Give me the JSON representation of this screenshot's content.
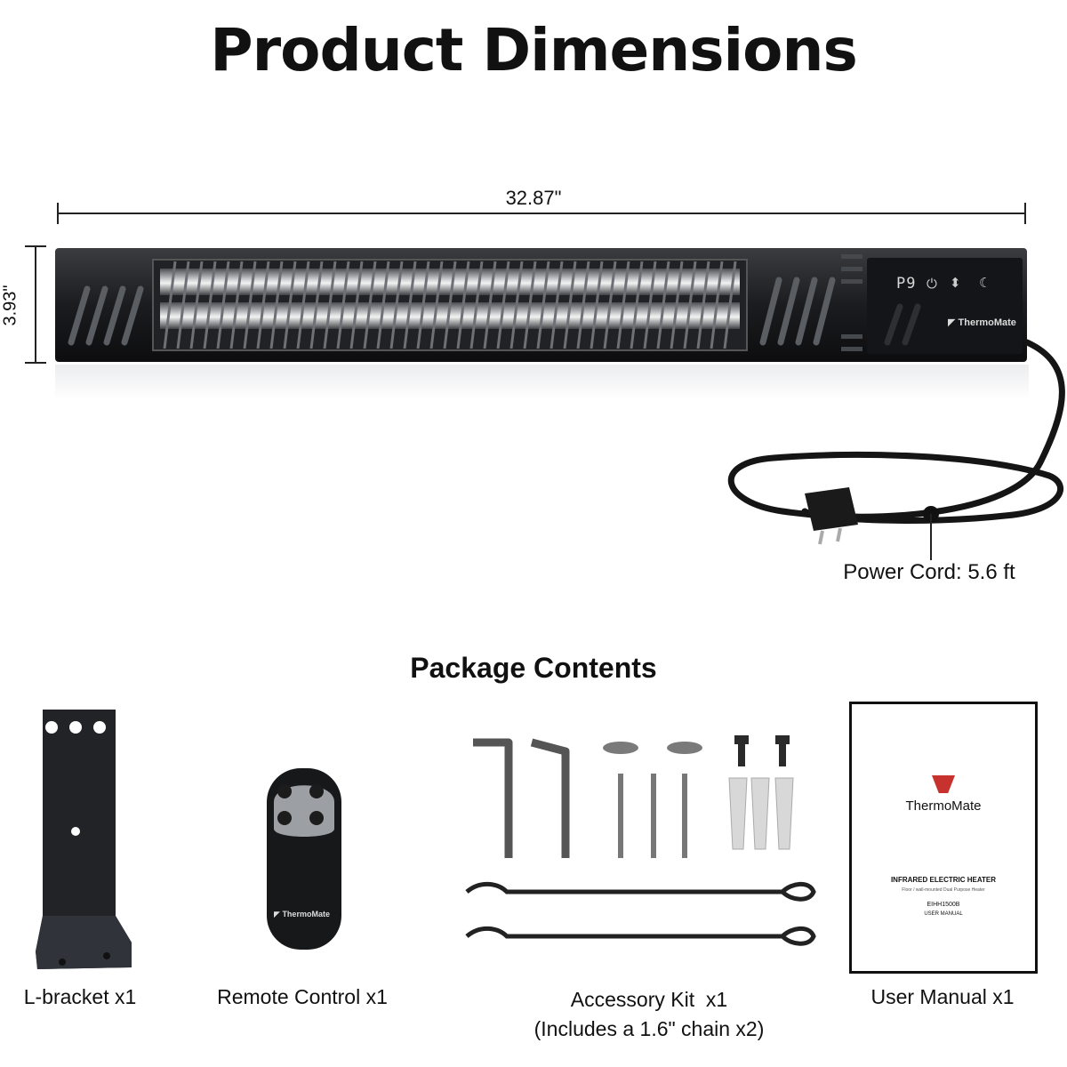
{
  "title": "Product Dimensions",
  "dimensions": {
    "width": "32.87\"",
    "height": "3.93\"",
    "power_cord": "Power Cord: 5.6 ft"
  },
  "heater": {
    "display_code": "P9",
    "brand": "ThermoMate"
  },
  "package": {
    "title": "Package Contents",
    "items": [
      {
        "label": "L-bracket x1"
      },
      {
        "label": "Remote Control x1",
        "brand": "ThermoMate"
      },
      {
        "label": "Accessory Kit  x1",
        "note": "(Includes a 1.6\" chain x2)"
      },
      {
        "label": "User Manual x1"
      }
    ]
  },
  "manual": {
    "brand": "ThermoMate",
    "heading": "INFRARED ELECTRIC HEATER",
    "subtitle": "Floor / wall-mounted Dual Purpose Heater",
    "model": "EIHH1500B",
    "doc": "USER MANUAL"
  }
}
